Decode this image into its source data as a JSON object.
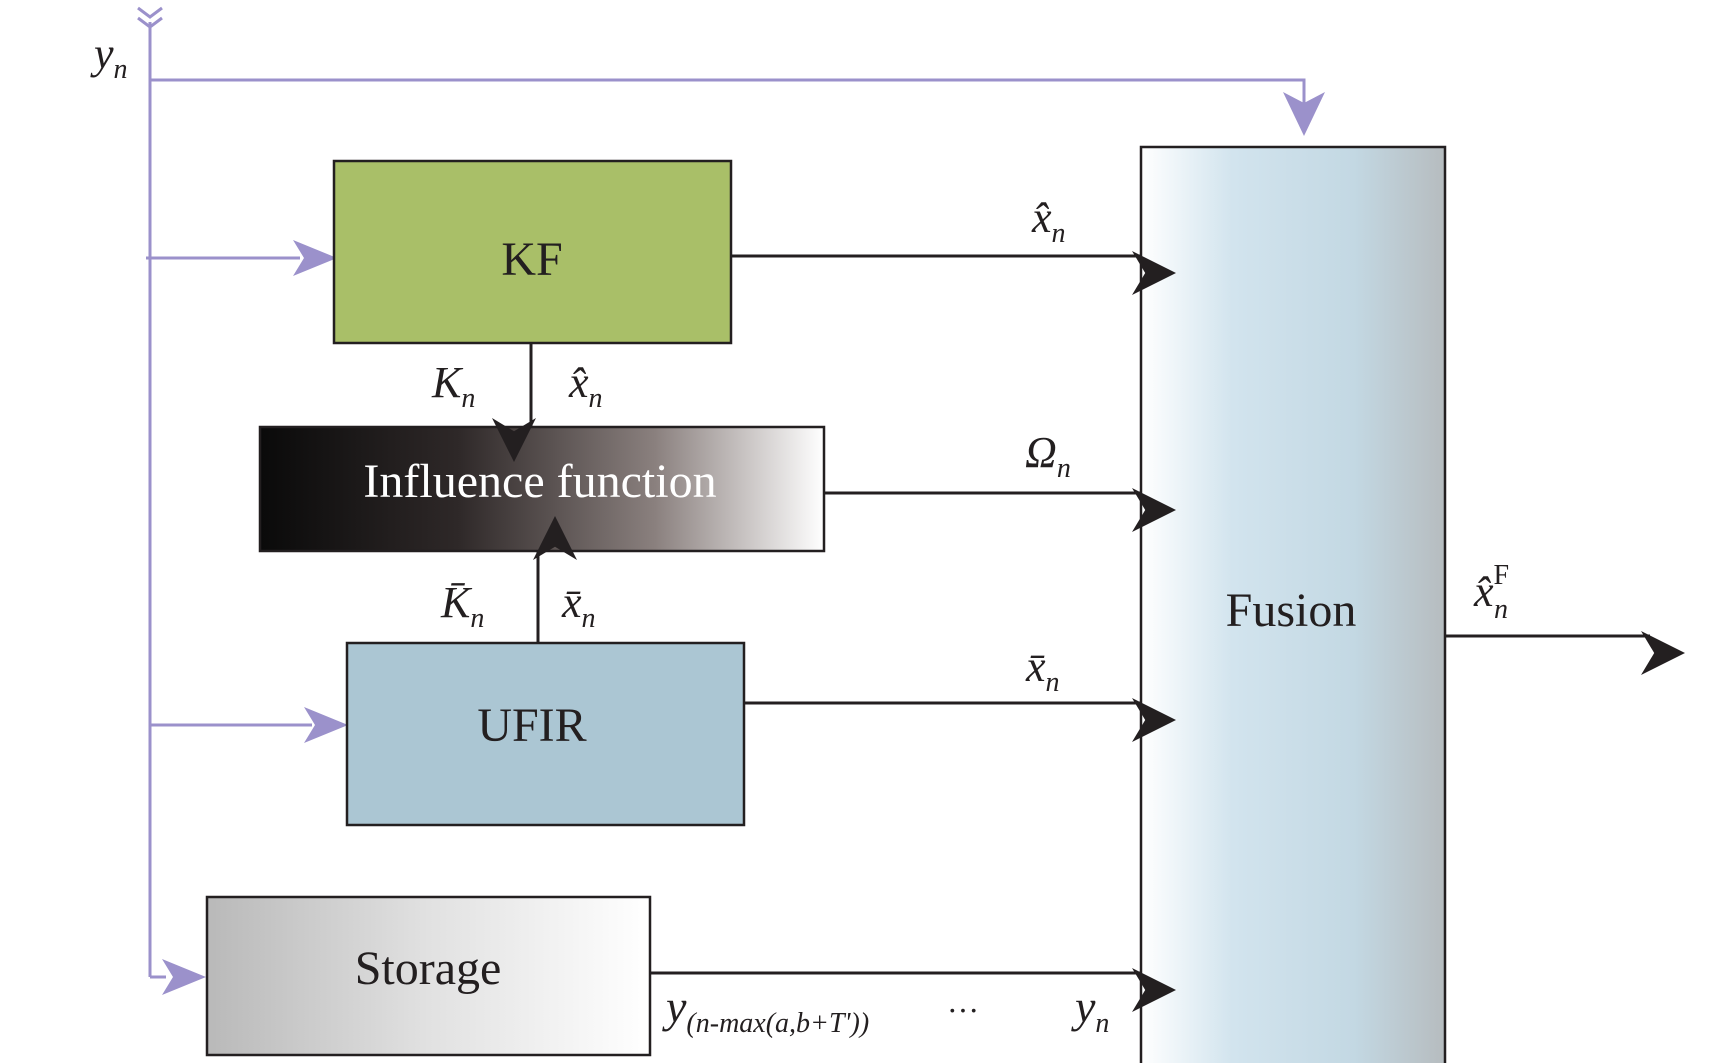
{
  "colors": {
    "signal_line": "#9b91cb",
    "black_line": "#231f20",
    "kf_fill": "#a9bf68",
    "ufir_fill": "#abc6d3",
    "fusion_fill": "#c6dbe6"
  },
  "input": {
    "main": "y",
    "sub": "n"
  },
  "blocks": {
    "kf": "KF",
    "influence": "Influence function",
    "ufir": "UFIR",
    "storage": "Storage",
    "fusion": "Fusion"
  },
  "labels": {
    "kf_out": {
      "main": "x̂",
      "sub": "n"
    },
    "K_n": {
      "main": "K",
      "sub": "n"
    },
    "kf_down_x": {
      "main": "x̂",
      "sub": "n"
    },
    "omega": {
      "main": "Ω",
      "sub": "n"
    },
    "Kbar_n": {
      "main": "K̄",
      "sub": "n"
    },
    "ufir_up_x": {
      "main": "x̄",
      "sub": "n"
    },
    "ufir_out": {
      "main": "x̄",
      "sub": "n"
    },
    "fusion_out": {
      "main": "x̂",
      "sup": "F",
      "sub": "n"
    },
    "storage_first": {
      "main": "y",
      "sub": "(n-max(a,b+T'))"
    },
    "storage_dots": "···",
    "storage_last": {
      "main": "y",
      "sub": "n"
    }
  }
}
